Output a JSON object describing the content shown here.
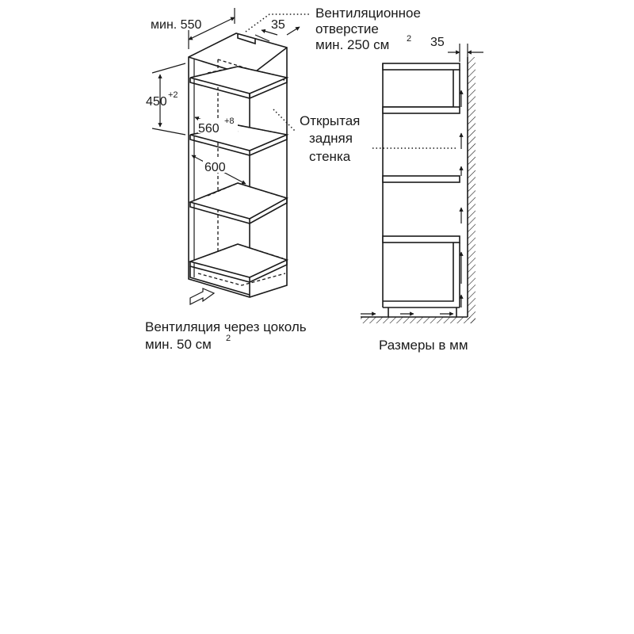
{
  "labels": {
    "min_width_label": "мин. 550",
    "dim_35_top": "35",
    "vent_opening_line1": "Вентиляционное",
    "vent_opening_line2": "отверстие",
    "vent_opening_line3": "мин. 250 см",
    "vent_opening_sup": "2",
    "dim_35_side": "35",
    "height_450": "450",
    "height_450_tol": "+2",
    "width_560": "560",
    "width_560_tol": "+8",
    "depth_600": "600",
    "open_back_line1": "Открытая",
    "open_back_line2": "задняя",
    "open_back_line3": "стенка",
    "plinth_vent_line1": "Вентиляция через цоколь",
    "plinth_vent_line2": "мин. 50 см",
    "plinth_vent_sup": "2",
    "units_note": "Размеры в мм"
  }
}
